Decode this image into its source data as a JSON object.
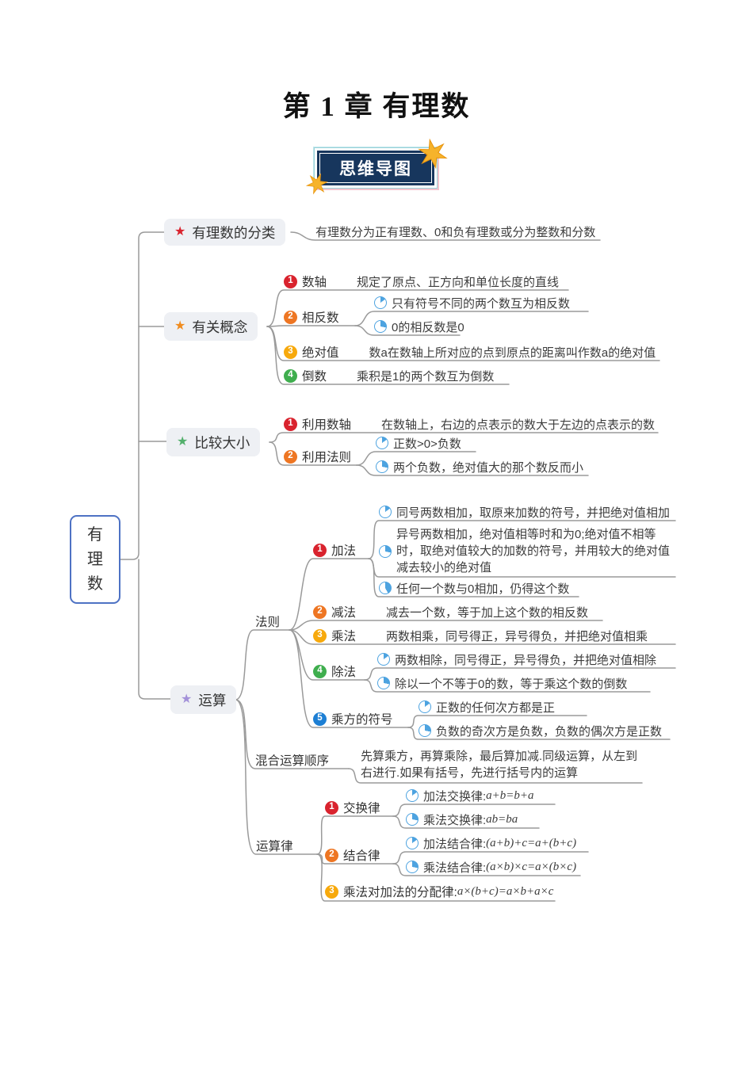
{
  "title": "第 1 章 有理数",
  "badge": "思维导图",
  "root": "有理数",
  "colors": {
    "badge_bg": "#17365d",
    "num1": "#d9232e",
    "num2": "#ee7623",
    "num3": "#f7a90c",
    "num4": "#3fae4e",
    "num5": "#1d7fd4",
    "pie": "#4da3e0",
    "root_border": "#4e72c4",
    "star_classification": "#d9232e",
    "star_concepts": "#f08c1f",
    "star_compare": "#53b06c",
    "star_operation": "#a391d9",
    "connector": "#999999"
  },
  "branch_classification": {
    "label": "有理数的分类",
    "desc": "有理数分为正有理数、0和负有理数或分为整数和分数"
  },
  "branch_concepts": {
    "label": "有关概念",
    "axis": {
      "num": "1",
      "label": "数轴",
      "desc": "规定了原点、正方向和单位长度的直线"
    },
    "opposite": {
      "num": "2",
      "label": "相反数",
      "s1": "只有符号不同的两个数互为相反数",
      "s2": "0的相反数是0"
    },
    "absolute": {
      "num": "3",
      "label": "绝对值",
      "desc": "数a在数轴上所对应的点到原点的距离叫作数a的绝对值"
    },
    "reciprocal": {
      "num": "4",
      "label": "倒数",
      "desc": "乘积是1的两个数互为倒数"
    }
  },
  "branch_compare": {
    "label": "比较大小",
    "axis": {
      "num": "1",
      "label": "利用数轴",
      "desc": "在数轴上，右边的点表示的数大于左边的点表示的数"
    },
    "rule": {
      "num": "2",
      "label": "利用法则",
      "s1": "正数>0>负数",
      "s2": "两个负数，绝对值大的那个数反而小"
    }
  },
  "branch_operation": {
    "label": "运算",
    "rules": {
      "label": "法则",
      "add": {
        "num": "1",
        "label": "加法",
        "s1": "同号两数相加，取原来加数的符号，并把绝对值相加",
        "s2": "异号两数相加，绝对值相等时和为0;绝对值不相等时，取绝对值较大的加数的符号，并用较大的绝对值减去较小的绝对值",
        "s3": "任何一个数与0相加，仍得这个数"
      },
      "sub": {
        "num": "2",
        "label": "减法",
        "desc": "减去一个数，等于加上这个数的相反数"
      },
      "mul": {
        "num": "3",
        "label": "乘法",
        "desc": "两数相乘，同号得正，异号得负，并把绝对值相乘"
      },
      "div": {
        "num": "4",
        "label": "除法",
        "s1": "两数相除，同号得正，异号得负，并把绝对值相除",
        "s2": "除以一个不等于0的数，等于乘这个数的倒数"
      },
      "power": {
        "num": "5",
        "label": "乘方的符号",
        "s1": "正数的任何次方都是正",
        "s2": "负数的奇次方是负数，负数的偶次方是正数"
      }
    },
    "order": {
      "label": "混合运算顺序",
      "desc": "先算乘方，再算乘除，最后算加减.同级运算，从左到右进行.如果有括号，先进行括号内的运算"
    },
    "laws": {
      "label": "运算律",
      "commutative": {
        "num": "1",
        "label": "交换律",
        "s1_label": "加法交换律:",
        "s1_formula": "a+b=b+a",
        "s2_label": "乘法交换律:",
        "s2_formula": "ab=ba"
      },
      "associative": {
        "num": "2",
        "label": "结合律",
        "s1_label": "加法结合律:",
        "s1_formula": "(a+b)+c=a+(b+c)",
        "s2_label": "乘法结合律:",
        "s2_formula": "(a×b)×c=a×(b×c)"
      },
      "distributive": {
        "num": "3",
        "label": "乘法对加法的分配律:",
        "formula": "a×(b+c)=a×b+a×c"
      }
    }
  }
}
